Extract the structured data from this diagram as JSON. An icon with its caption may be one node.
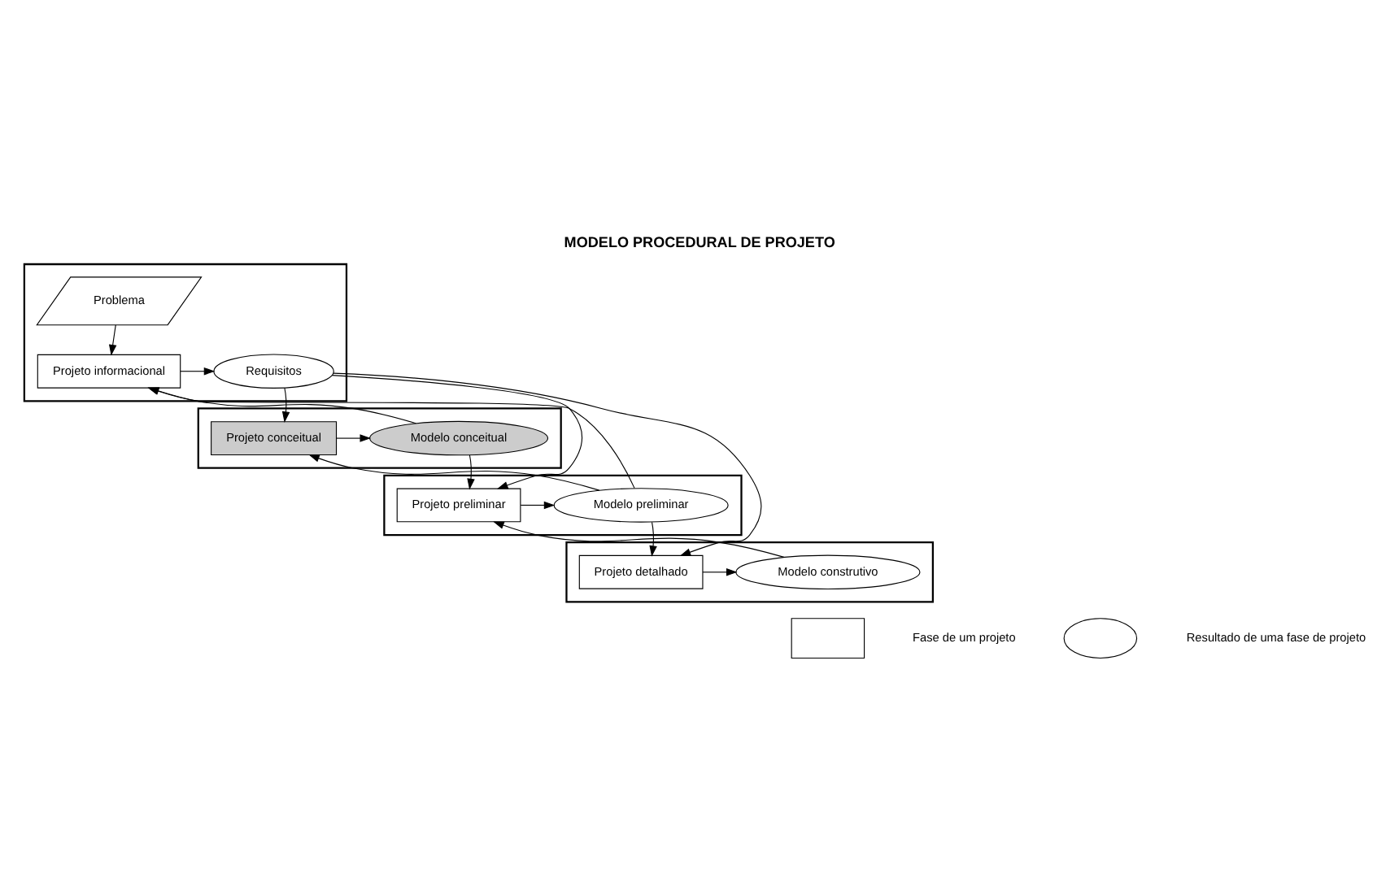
{
  "diagram": {
    "title": "MODELO PROCEDURAL DE PROJETO",
    "nodes": [
      {
        "text": [],
        "shape": "band"
      },
      {
        "text": [
          "Problema"
        ],
        "in": 0
      },
      {
        "text": [
          "Projeto informacional"
        ],
        "in": 0
      },
      {
        "text": [
          "Requisitos"
        ],
        "in": 0
      },
      {
        "text": [],
        "shape": "band"
      },
      {
        "text": [
          "Projeto conceitual"
        ],
        "in": 4
      },
      {
        "text": [
          "Modelo conceitual"
        ],
        "in": 4
      },
      {
        "text": [],
        "shape": "band"
      },
      {
        "text": [
          "Projeto preliminar"
        ],
        "in": 7
      },
      {
        "text": [
          "Modelo preliminar"
        ],
        "in": 7
      },
      {
        "text": [],
        "shape": "band"
      },
      {
        "text": [
          "Projeto detalhado"
        ],
        "in": 10
      },
      {
        "text": [
          "Modelo construtivo"
        ],
        "in": 10
      },
      {
        "text": [],
        "shape": "box"
      },
      {
        "text": [],
        "shape": "ellipse"
      }
    ],
    "edges": [
      {
        "from": 1,
        "to": 2,
        "arrow": "to"
      },
      {
        "from": 2,
        "to": 3,
        "arrow": "to"
      },
      {
        "from": 3,
        "to": 5,
        "arrow": "to"
      },
      {
        "from": 3,
        "to": 8,
        "arrow": "to"
      },
      {
        "from": 3,
        "to": 11,
        "arrow": "to"
      },
      {
        "from": 6,
        "to": 2,
        "arrow": "to"
      },
      {
        "from": 9,
        "to": 2,
        "arrow": "to"
      },
      {
        "from": 9,
        "to": 5,
        "arrow": "to"
      },
      {
        "from": 5,
        "to": 6,
        "arrow": "to"
      },
      {
        "from": 6,
        "to": 8,
        "arrow": "to"
      },
      {
        "from": 12,
        "to": 8,
        "arrow": "to"
      },
      {
        "from": 8,
        "to": 9,
        "arrow": "to"
      },
      {
        "from": 9,
        "to": 11,
        "arrow": "to"
      },
      {
        "from": 11,
        "to": 12,
        "arrow": "to"
      }
    ],
    "legend": [
      {
        "text": "Fase de um projeto"
      },
      {
        "text": "Resultado de uma fase de projeto"
      }
    ]
  }
}
